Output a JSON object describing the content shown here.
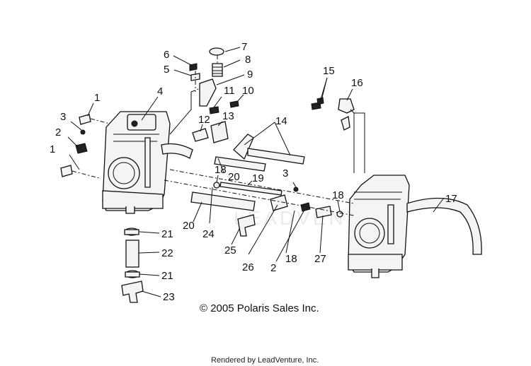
{
  "labels": {
    "l1a": "1",
    "l1b": "1",
    "l2a": "2",
    "l2b": "2",
    "l3a": "3",
    "l3b": "3",
    "l4": "4",
    "l5": "5",
    "l6": "6",
    "l7": "7",
    "l8": "8",
    "l9": "9",
    "l10": "10",
    "l11": "11",
    "l12": "12",
    "l13": "13",
    "l14": "14",
    "l15": "15",
    "l16": "16",
    "l17": "17",
    "l18a": "18",
    "l18b": "18",
    "l18c": "18",
    "l19": "19",
    "l20a": "20",
    "l20b": "20",
    "l21a": "21",
    "l21b": "21",
    "l22": "22",
    "l23": "23",
    "l24": "24",
    "l25": "25",
    "l26": "26",
    "l27": "27"
  },
  "copyright": "© 2005 Polaris Sales Inc.",
  "rendered_by": "Rendered by LeadVenture, Inc.",
  "watermark": "LEADVENTURE"
}
